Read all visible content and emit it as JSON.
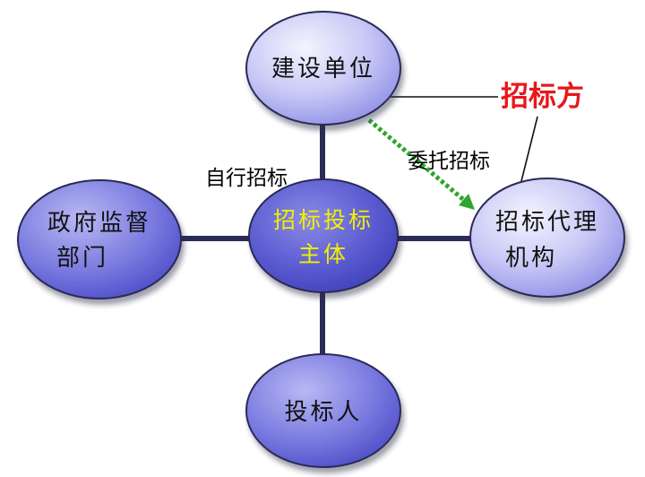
{
  "colors": {
    "connector": "#2b2b55",
    "node_fill_light": "#d9d9fb",
    "node_fill_dark": "#6a6ad8",
    "center_fill": "#5a5ad0",
    "center_text": "#f2f000",
    "delegate_arrow": "#2ea52e",
    "role_label": "#e8171b"
  },
  "nodes": {
    "center": {
      "line1": "招标投标",
      "line2": "主体"
    },
    "top": {
      "line1": "建设单位"
    },
    "left": {
      "line1": "政府监督",
      "line2": "部门"
    },
    "right": {
      "line1": "招标代理",
      "line2": "机构"
    },
    "bottom": {
      "line1": "投标人"
    }
  },
  "labels": {
    "self_tender": "自行招标",
    "entrust_tender": "委托招标",
    "tenderer": "招标方"
  },
  "icons": {
    "delegate_arrow": "dotted-arrow-icon"
  }
}
